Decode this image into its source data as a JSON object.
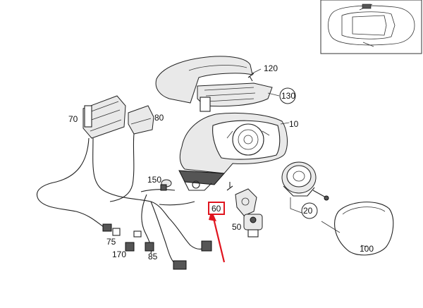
{
  "parts": [
    {
      "id": "120",
      "label": "120",
      "boxed": false,
      "circled": false,
      "highlighted": false
    },
    {
      "id": "130",
      "label": "130",
      "boxed": false,
      "circled": true,
      "highlighted": false
    },
    {
      "id": "10",
      "label": "10",
      "boxed": false,
      "circled": false,
      "highlighted": false
    },
    {
      "id": "70",
      "label": "70",
      "boxed": false,
      "circled": false,
      "highlighted": false
    },
    {
      "id": "80",
      "label": "80",
      "boxed": false,
      "circled": false,
      "highlighted": false
    },
    {
      "id": "150",
      "label": "150",
      "boxed": false,
      "circled": false,
      "highlighted": false
    },
    {
      "id": "60",
      "label": "60",
      "boxed": true,
      "circled": false,
      "highlighted": true
    },
    {
      "id": "50",
      "label": "50",
      "boxed": false,
      "circled": false,
      "highlighted": false
    },
    {
      "id": "20",
      "label": "20",
      "boxed": false,
      "circled": true,
      "highlighted": false
    },
    {
      "id": "100",
      "label": "100",
      "boxed": false,
      "circled": false,
      "highlighted": false
    },
    {
      "id": "75",
      "label": "75",
      "boxed": false,
      "circled": false,
      "highlighted": false
    },
    {
      "id": "170",
      "label": "170",
      "boxed": false,
      "circled": false,
      "highlighted": false
    },
    {
      "id": "85",
      "label": "85",
      "boxed": false,
      "circled": false,
      "highlighted": false
    }
  ],
  "colors": {
    "highlight": "#e0141e",
    "line": "#222222",
    "background": "#ffffff"
  },
  "inset": {
    "content": "car-top-view-icon"
  },
  "pointer": {
    "target": "60",
    "icon": "red-arrow-icon"
  }
}
